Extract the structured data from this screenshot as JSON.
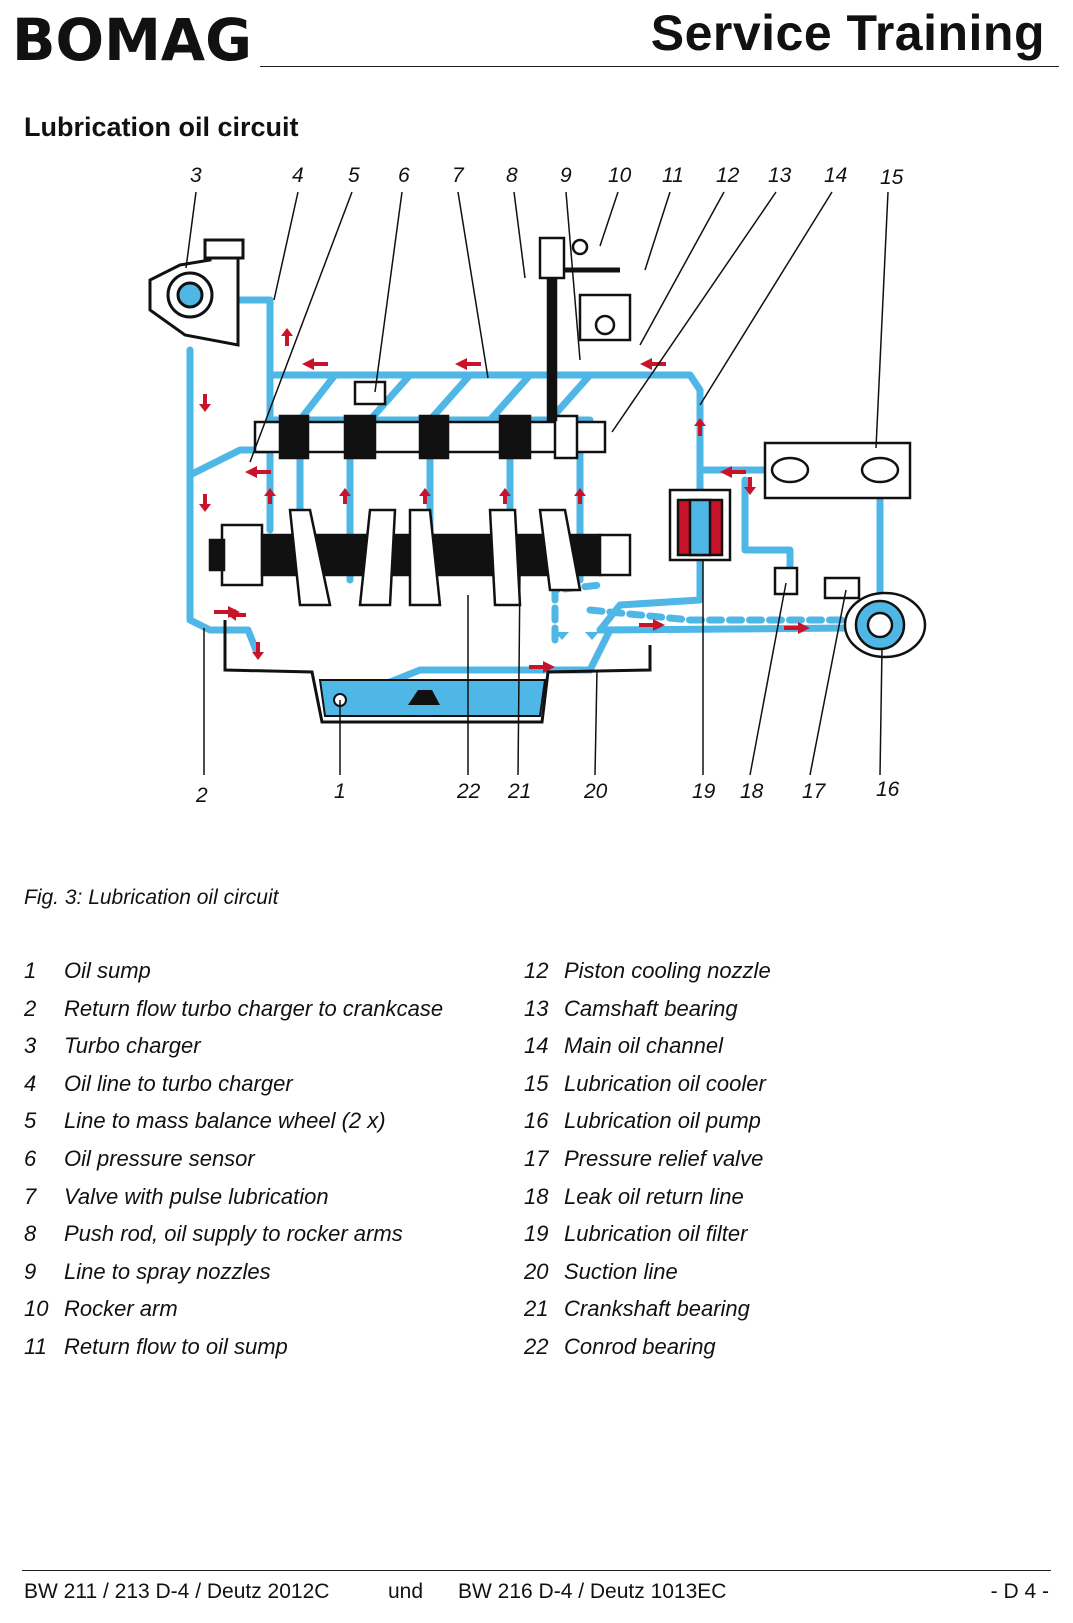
{
  "header": {
    "brand": "BOMAG",
    "title": "Service Training"
  },
  "section_title": "Lubrication oil circuit",
  "diagram": {
    "top_labels": [
      "3",
      "4",
      "5",
      "6",
      "7",
      "8",
      "9",
      "10",
      "11",
      "12",
      "13",
      "14",
      "15"
    ],
    "bottom_labels": [
      "2",
      "1",
      "22",
      "21",
      "20",
      "19",
      "18",
      "17",
      "16"
    ],
    "colors": {
      "oil": "#4fb7e6",
      "arrow": "#c8142b",
      "ink": "#111111"
    }
  },
  "caption": "Fig. 3: Lubrication oil circuit",
  "legend_left": [
    {
      "num": "1",
      "text": "Oil sump"
    },
    {
      "num": "2",
      "text": "Return flow turbo charger to crankcase"
    },
    {
      "num": "3",
      "text": "Turbo charger"
    },
    {
      "num": "4",
      "text": "Oil line to turbo charger"
    },
    {
      "num": "5",
      "text": "Line to mass balance wheel (2 x)"
    },
    {
      "num": "6",
      "text": "Oil pressure sensor"
    },
    {
      "num": "7",
      "text": "Valve with pulse lubrication"
    },
    {
      "num": "8",
      "text": "Push rod, oil supply to rocker arms"
    },
    {
      "num": "9",
      "text": "Line to spray nozzles"
    },
    {
      "num": "10",
      "text": "Rocker arm"
    },
    {
      "num": "11",
      "text": "Return flow to oil sump"
    }
  ],
  "legend_right": [
    {
      "num": "12",
      "text": "Piston cooling nozzle"
    },
    {
      "num": "13",
      "text": "Camshaft bearing"
    },
    {
      "num": "14",
      "text": "Main oil channel"
    },
    {
      "num": "15",
      "text": "Lubrication oil cooler"
    },
    {
      "num": "16",
      "text": "Lubrication oil pump"
    },
    {
      "num": "17",
      "text": "Pressure relief valve"
    },
    {
      "num": "18",
      "text": "Leak oil return line"
    },
    {
      "num": "19",
      "text": "Lubrication oil filter"
    },
    {
      "num": "20",
      "text": "Suction line"
    },
    {
      "num": "21",
      "text": "Crankshaft bearing"
    },
    {
      "num": "22",
      "text": "Conrod bearing"
    }
  ],
  "footer": {
    "left": "BW 211 / 213 D-4 / Deutz 2012C",
    "middle": "und",
    "right_model": "BW 216 D-4 / Deutz 1013EC",
    "page": "- D 4 -"
  }
}
